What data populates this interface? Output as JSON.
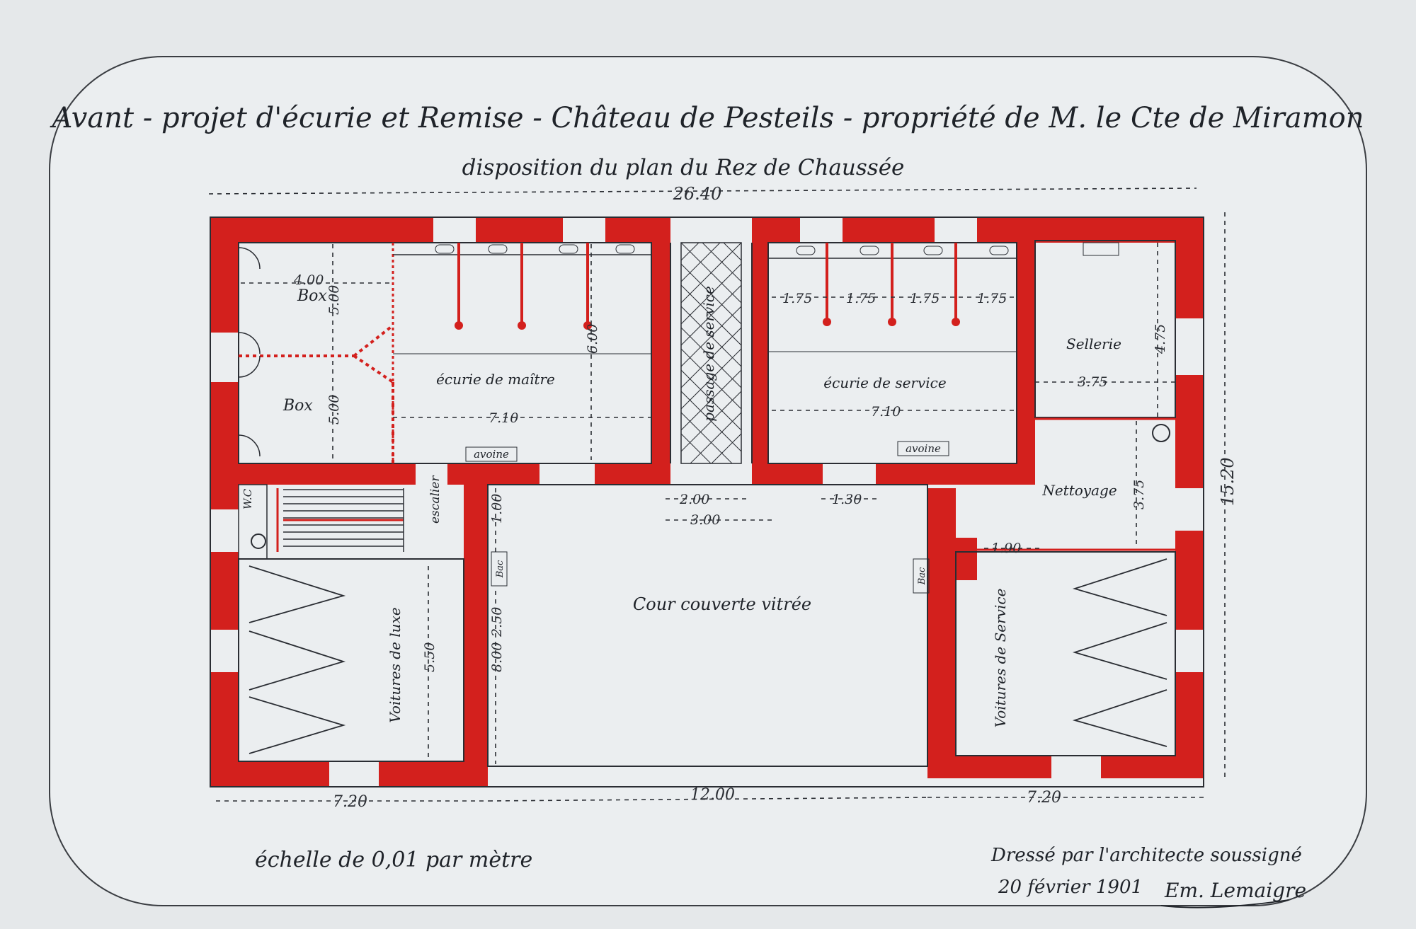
{
  "title": "Avant - projet d'écurie et Remise - Château de Pesteils - propriété de M. le Cte de Miramon",
  "subtitle": "disposition du plan du Rez de Chaussée",
  "colors": {
    "paper": "#e9ecee",
    "wall": "#d3201d",
    "ink": "#1f2329"
  },
  "rooms": {
    "box_top": "Box",
    "box_bottom": "Box",
    "ecurie_maitre": "écurie de maître",
    "passage": "passage de service",
    "ecurie_service": "écurie de service",
    "sellerie": "Sellerie",
    "nettoyage": "Nettoyage",
    "escalier": "escalier",
    "wc": "W.C",
    "voitures_luxe": "Voitures de luxe",
    "voitures_service": "Voitures de Service",
    "cour": "Cour couverte vitrée",
    "avoine_left": "avoine",
    "avoine_right": "avoine",
    "bac_left": "Bac",
    "bac_right": "Bac"
  },
  "dimensions": {
    "overall_width": "26.40",
    "overall_depth": "15.20",
    "box_width": "4.00",
    "box_top_depth": "5.00",
    "box_bottom_depth": "5.00",
    "ecurie_maitre_depth": "6.00",
    "ecurie_maitre_length": "7.10",
    "stall_1": "1.75",
    "stall_2": "1.75",
    "stall_3": "1.75",
    "stall_4": "1.75",
    "ecurie_service_length": "7.10",
    "sellerie_width": "3.75",
    "sellerie_depth": "4.75",
    "door_2": "2.00",
    "door_3": "3.00",
    "door_130": "1.30",
    "door_190": "1.90",
    "nettoyage_depth": "3.75",
    "left_100": "1.00",
    "left_250": "2.50",
    "left_800": "8.00",
    "voitures_depth": "5.50",
    "bottom_left": "7.20",
    "bottom_mid": "12.00",
    "bottom_right": "7.20"
  },
  "scale_note": "échelle de 0,01 par mètre",
  "signature": {
    "line1": "Dressé par l'architecte soussigné",
    "date": "20 février 1901",
    "name": "Em. Lemaigre"
  }
}
